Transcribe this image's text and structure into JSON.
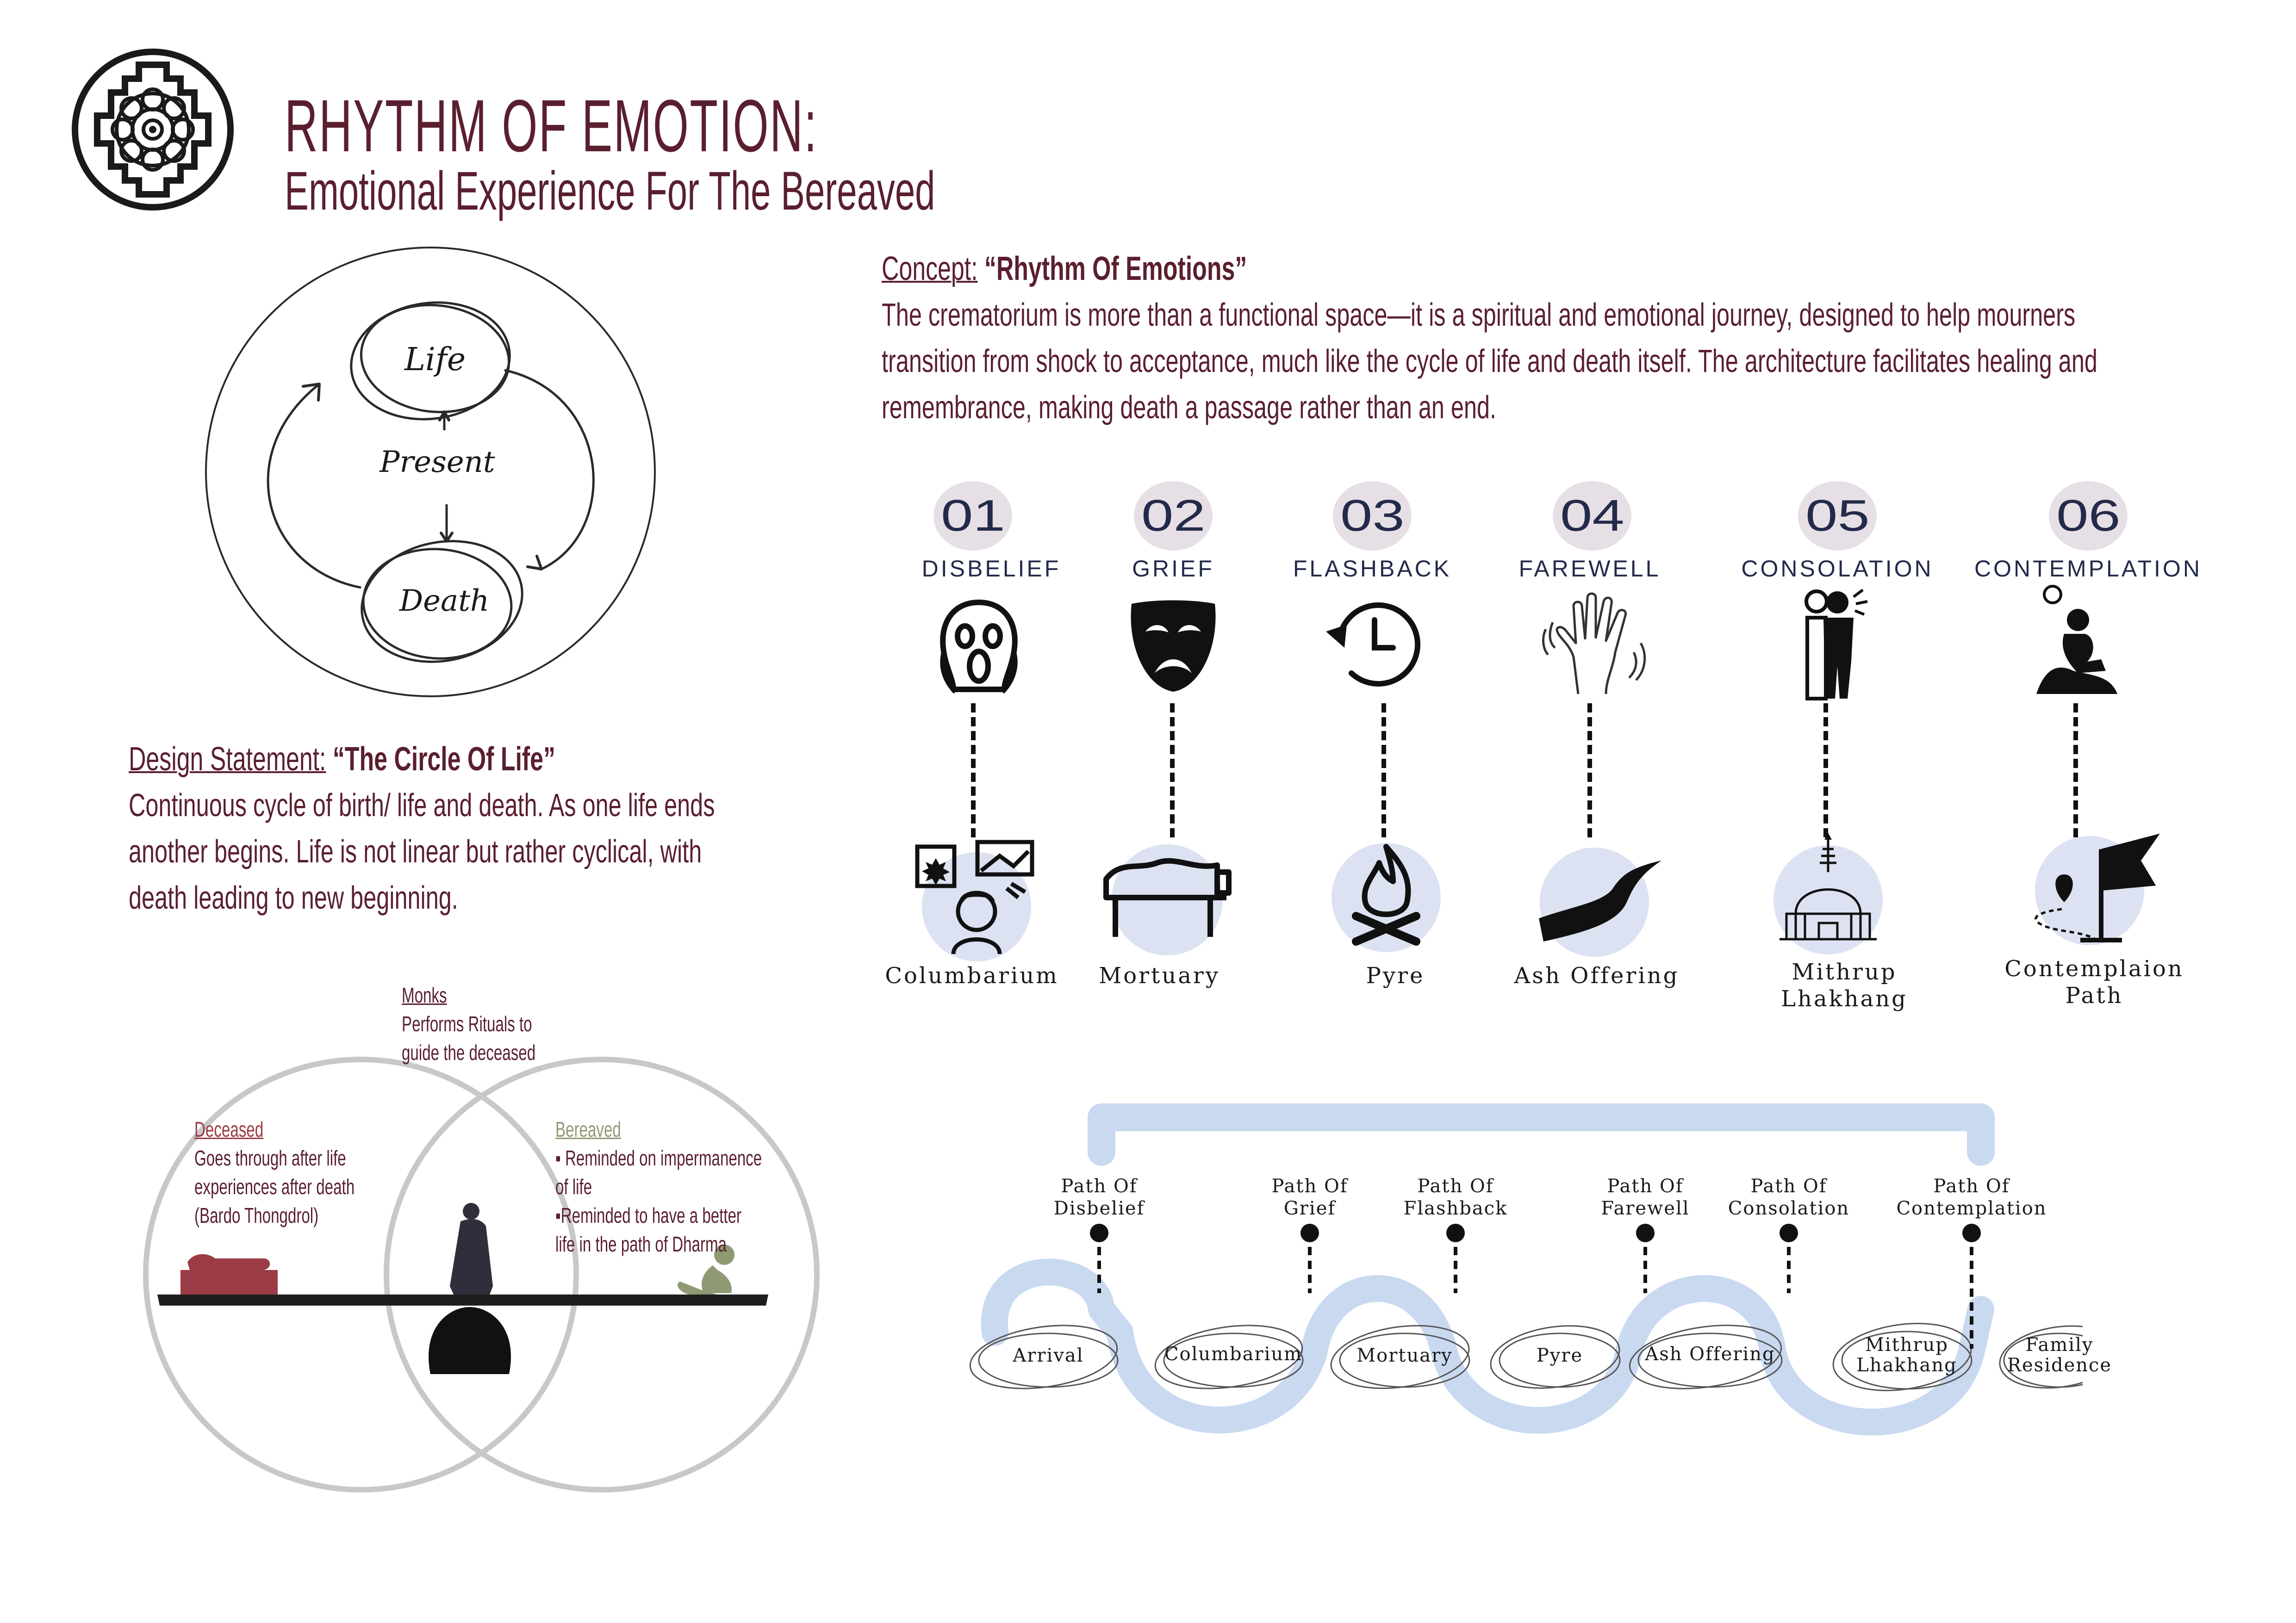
{
  "header": {
    "title": "RHYTHM OF EMOTION:",
    "subtitle": "Emotional Experience For The Bereaved"
  },
  "concept": {
    "label": "Concept:",
    "name": "“Rhythm Of Emotions”",
    "lines": [
      "The crematorium is more than a functional space—it is a spiritual and emotional journey, designed to help mourners",
      "transition from shock to acceptance, much like the cycle of life and death itself. The architecture facilitates healing and",
      "remembrance, making death a passage rather than an end."
    ]
  },
  "cycle": {
    "life": "Life",
    "present": "Present",
    "death": "Death"
  },
  "design_statement": {
    "label": "Design Statement:",
    "name": "“The Circle Of Life”",
    "lines": [
      "Continuous cycle of birth/ life and death. As one life ends",
      "another begins. Life is not linear but rather cyclical, with",
      "death leading to new beginning."
    ]
  },
  "stages": [
    {
      "num": "01",
      "label": "DISBELIEF",
      "space": [
        "Columbarium"
      ],
      "icon": "screaming-face-icon",
      "space_icon": "columbarium-icon"
    },
    {
      "num": "02",
      "label": "GRIEF",
      "space": [
        "Mortuary"
      ],
      "icon": "sad-mask-icon",
      "space_icon": "mortuary-table-icon"
    },
    {
      "num": "03",
      "label": "FLASHBACK",
      "space": [
        "Pyre"
      ],
      "icon": "clock-rewind-icon",
      "space_icon": "fire-icon"
    },
    {
      "num": "04",
      "label": "FAREWELL",
      "space": [
        "Ash Offering"
      ],
      "icon": "waving-hand-icon",
      "space_icon": "river-icon"
    },
    {
      "num": "05",
      "label": "CONSOLATION",
      "space": [
        "Mithrup",
        "Lhakhang"
      ],
      "icon": "hugging-people-icon",
      "space_icon": "stupa-icon"
    },
    {
      "num": "06",
      "label": "CONTEMPLATION",
      "space": [
        "Contemplaion",
        "Path"
      ],
      "icon": "sitting-person-icon",
      "space_icon": "flag-path-icon"
    }
  ],
  "venn": {
    "monks": {
      "title": "Monks",
      "lines": [
        "Performs Rituals to",
        "guide the deceased"
      ]
    },
    "deceased": {
      "title": "Deceased",
      "lines": [
        "Goes through after life",
        "experiences after death",
        "(Bardo Thongdrol)"
      ]
    },
    "bereaved": {
      "title": "Bereaved",
      "lines": [
        "▪ Reminded on impermanence",
        "of life",
        "▪Reminded to have a better",
        "life in the path of Dharma"
      ]
    }
  },
  "journey": {
    "paths": [
      [
        "Path Of",
        "Disbelief"
      ],
      [
        "Path Of",
        "Grief"
      ],
      [
        "Path Of",
        "Flashback"
      ],
      [
        "Path Of",
        "Farewell"
      ],
      [
        "Path Of",
        "Consolation"
      ],
      [
        "Path Of",
        "Contemplation"
      ]
    ],
    "nodes": [
      [
        "Arrival"
      ],
      [
        "Columbarium"
      ],
      [
        "Mortuary"
      ],
      [
        "Pyre"
      ],
      [
        "Ash Offering"
      ],
      [
        "Mithrup",
        "Lhakhang"
      ],
      [
        "Family",
        "Residence"
      ]
    ]
  },
  "colors": {
    "title": "#5a1f2e",
    "stage_text": "#232a4a",
    "stage_badge": "#e6dfe5",
    "icon_circle": "#dde2f2",
    "ribbon": "#c9d9f0",
    "deceased": "#9b3b45",
    "bereaved": "#8e9a73"
  }
}
